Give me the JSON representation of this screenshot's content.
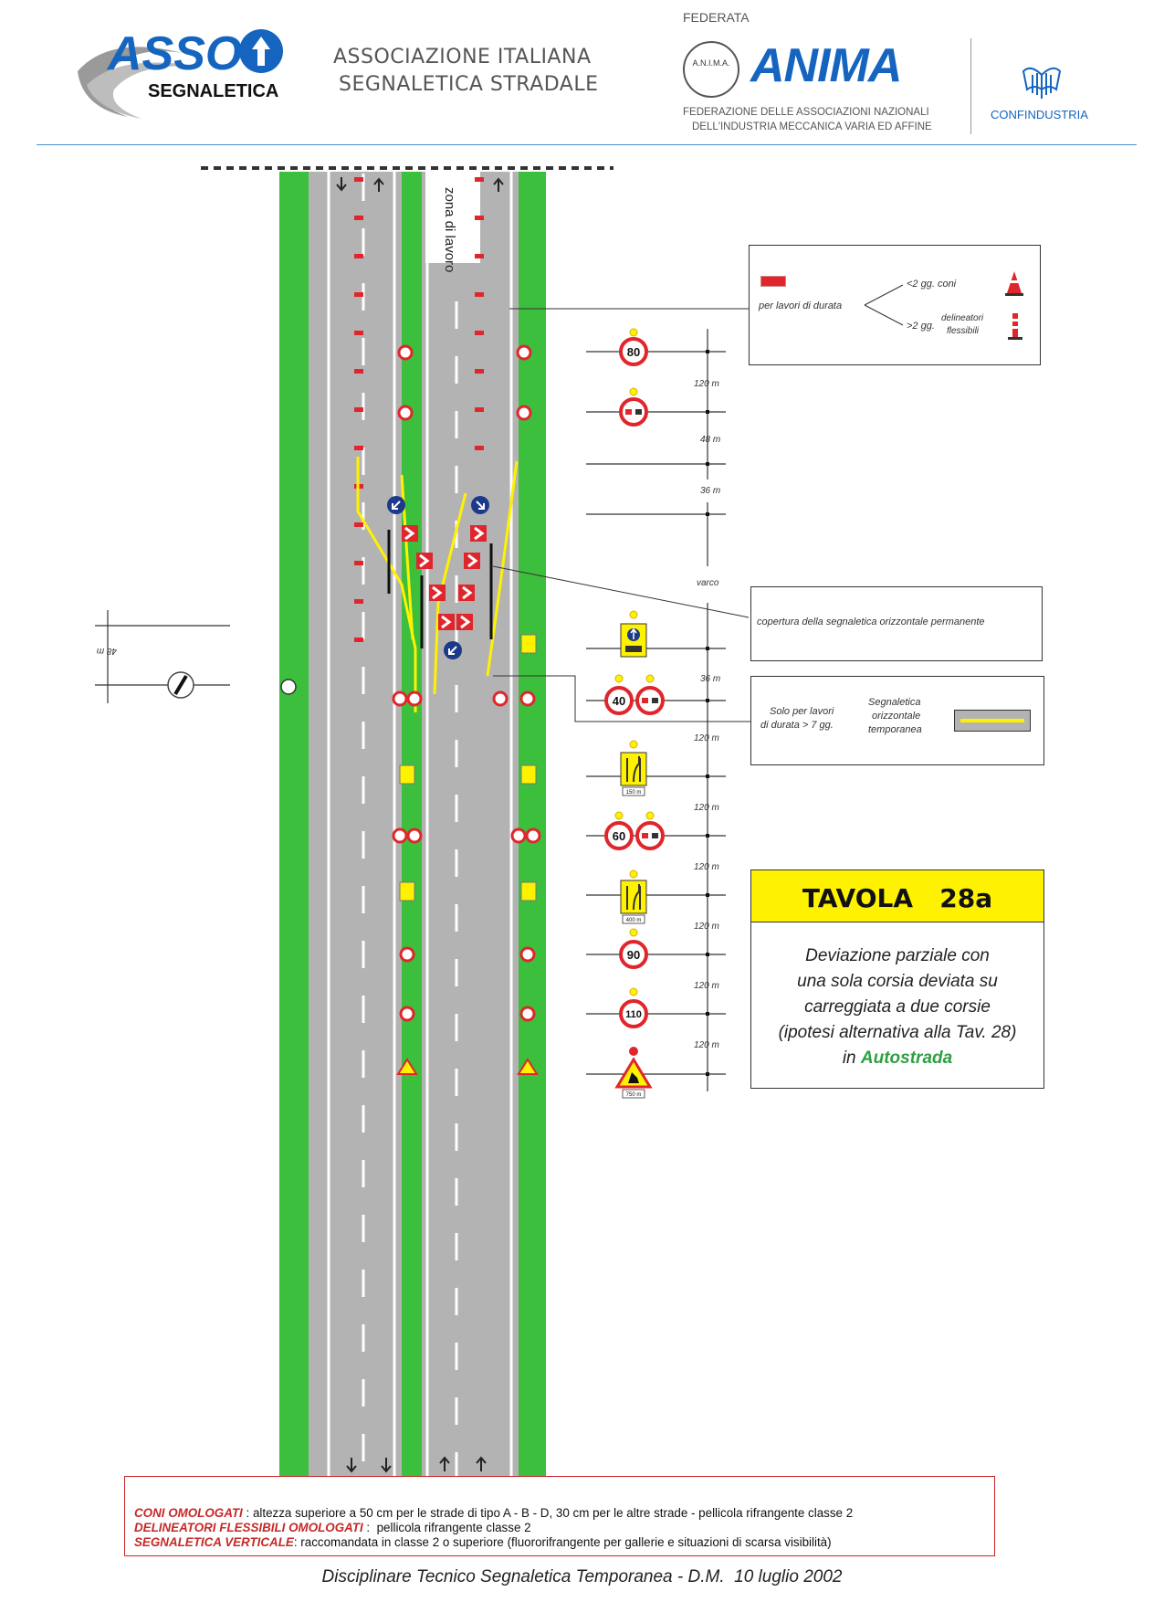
{
  "header": {
    "asso_logo_word": "ASSO",
    "asso_logo_sub": "SEGNALETICA",
    "association_line1": "ASSOCIAZIONE ITALIANA",
    "association_line2": "SEGNALETICA STRADALE",
    "federata": "FEDERATA",
    "anima_seal": "A.N.I.M.A.",
    "anima_logo": "ANIMA",
    "anima_desc_line1": "FEDERAZIONE DELLE ASSOCIAZIONI NAZIONALI",
    "anima_desc_line2": "DELL'INDUSTRIA MECCANICA VARIA ED AFFINE",
    "confindustria": "CONFINDUSTRIA"
  },
  "road": {
    "work_zone_label": "zona di lavoro"
  },
  "legend_cones": {
    "for_works": "per lavori di durata",
    "lt2": "<2 gg. coni",
    "gt2": ">2 gg.",
    "gt2_label_line1": "delineatori",
    "gt2_label_line2": "flessibili"
  },
  "legend_cover": "copertura della segnaletica orizzontale permanente",
  "legend_temp": {
    "left_line1": "Solo per lavori",
    "left_line2": "di durata > 7 gg.",
    "right_line1": "Segnaletica",
    "right_line2": "orizzontale",
    "right_line3": "temporanea"
  },
  "distances": [
    "120 m",
    "48 m",
    "36 m",
    "varco",
    "36 m",
    "120 m",
    "120 m",
    "120 m",
    "120 m",
    "120 m",
    "120 m"
  ],
  "left_distance": "48 m",
  "signs": {
    "s80": "80",
    "s40": "40",
    "s60": "60",
    "s90": "90",
    "s110": "110",
    "plate150": "150 m",
    "plate400": "400 m",
    "plate750": "750 m"
  },
  "tavola": {
    "title": "TAVOLA   28a",
    "desc_line1": "Deviazione parziale con",
    "desc_line2": "una sola corsia deviata su",
    "desc_line3": "carreggiata a due corsie",
    "desc_line4": "(ipotesi alternativa alla Tav. 28)",
    "desc_prefix": "in",
    "desc_highlight": "Autostrada"
  },
  "notes": [
    {
      "term": "CONI OMOLOGATI",
      "sep": " : ",
      "text": "altezza superiore a 50 cm per le strade di tipo A - B - D, 30 cm per le altre strade - pellicola rifrangente classe 2"
    },
    {
      "term": "DELINEATORI FLESSIBILI OMOLOGATI",
      "sep": " :  ",
      "text": "pellicola rifrangente classe 2"
    },
    {
      "term": "SEGNALETICA VERTICALE",
      "sep": ": ",
      "text": "raccomandata in classe 2 o superiore (fluororifrangente per gallerie e situazioni di scarsa visibilità)"
    }
  ],
  "footer": "Disciplinare Tecnico Segnaletica Temporanea - D.M.  10 luglio 2002",
  "colors": {
    "green": "#3cbf3c",
    "gray": "#b3b3b3",
    "red": "#e0262c",
    "yellow": "#fff200",
    "navy": "#1d3a8a",
    "blue_logo": "#1565c0"
  }
}
